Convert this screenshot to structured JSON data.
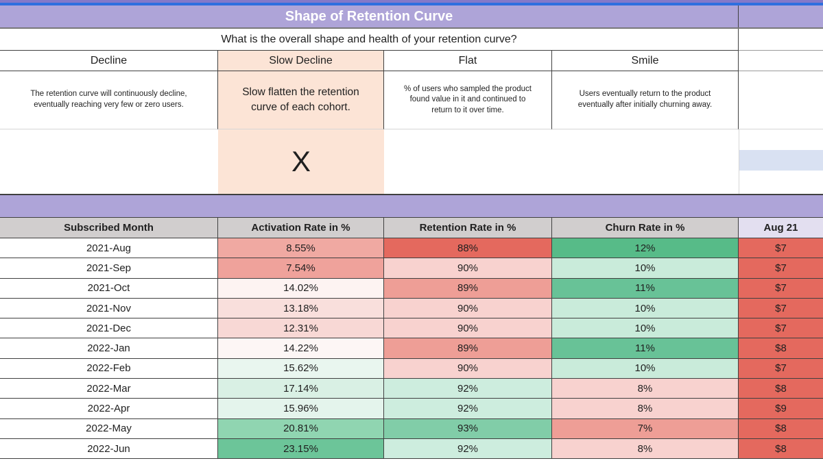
{
  "top": {
    "title": "Shape of Retention Curve",
    "question": "What is the overall shape and health of your retention curve?",
    "categories": [
      {
        "label": "Decline",
        "description": "The retention curve will continuously decline, eventually reaching very few or zero users.",
        "selected": false,
        "marker": ""
      },
      {
        "label": "Slow Decline",
        "description": "Slow flatten the retention curve of each cohort.",
        "selected": true,
        "marker": "X"
      },
      {
        "label": "Flat",
        "description": "% of users who sampled the product found value in it and continued to return to it over time.",
        "selected": false,
        "marker": ""
      },
      {
        "label": "Smile",
        "description": "Users eventually return to the product eventually after initially churning away.",
        "selected": false,
        "marker": ""
      }
    ]
  },
  "table": {
    "headers": [
      "Subscribed Month",
      "Activation Rate in %",
      "Retention Rate in %",
      "Churn Rate in %",
      "Aug 21"
    ],
    "price_bg": "#e4695e",
    "rows": [
      {
        "month": "2021-Aug",
        "activation": "8.55%",
        "retention": "88%",
        "churn": "12%",
        "price": "$7",
        "activation_bg": "#f0a9a2",
        "retention_bg": "#e4695e",
        "churn_bg": "#57bb88"
      },
      {
        "month": "2021-Sep",
        "activation": "7.54%",
        "retention": "90%",
        "churn": "10%",
        "price": "$7",
        "activation_bg": "#efa29b",
        "retention_bg": "#f8d2cf",
        "churn_bg": "#c9ebda"
      },
      {
        "month": "2021-Oct",
        "activation": "14.02%",
        "retention": "89%",
        "churn": "11%",
        "price": "$7",
        "activation_bg": "#fdf3f2",
        "retention_bg": "#ee9e96",
        "churn_bg": "#68c297"
      },
      {
        "month": "2021-Nov",
        "activation": "13.18%",
        "retention": "90%",
        "churn": "10%",
        "price": "$7",
        "activation_bg": "#f9dfdc",
        "retention_bg": "#f8d2cf",
        "churn_bg": "#c9ebda"
      },
      {
        "month": "2021-Dec",
        "activation": "12.31%",
        "retention": "90%",
        "churn": "10%",
        "price": "$7",
        "activation_bg": "#f8d8d5",
        "retention_bg": "#f8d2cf",
        "churn_bg": "#c9ebda"
      },
      {
        "month": "2022-Jan",
        "activation": "14.22%",
        "retention": "89%",
        "churn": "11%",
        "price": "$8",
        "activation_bg": "#fdf6f5",
        "retention_bg": "#ee9e96",
        "churn_bg": "#68c297"
      },
      {
        "month": "2022-Feb",
        "activation": "15.62%",
        "retention": "90%",
        "churn": "10%",
        "price": "$7",
        "activation_bg": "#e9f6ef",
        "retention_bg": "#f8d2cf",
        "churn_bg": "#c9ebda"
      },
      {
        "month": "2022-Mar",
        "activation": "17.14%",
        "retention": "92%",
        "churn": "8%",
        "price": "$8",
        "activation_bg": "#d9f0e4",
        "retention_bg": "#cdedde",
        "churn_bg": "#f8d2cf"
      },
      {
        "month": "2022-Apr",
        "activation": "15.96%",
        "retention": "92%",
        "churn": "8%",
        "price": "$9",
        "activation_bg": "#e4f4ec",
        "retention_bg": "#cdedde",
        "churn_bg": "#f8d2cf"
      },
      {
        "month": "2022-May",
        "activation": "20.81%",
        "retention": "93%",
        "churn": "7%",
        "price": "$8",
        "activation_bg": "#90d5b1",
        "retention_bg": "#81cda8",
        "churn_bg": "#ee9e96"
      },
      {
        "month": "2022-Jun",
        "activation": "23.15%",
        "retention": "92%",
        "churn": "8%",
        "price": "$8",
        "activation_bg": "#6cc599",
        "retention_bg": "#cdedde",
        "churn_bg": "#f8d2cf"
      }
    ]
  },
  "colors": {
    "accent_purple_band": "#aea4d8",
    "top_sliver_purple": "#8379c9",
    "top_blue_line": "#2e6fdf",
    "selected_peach": "#fce4d6",
    "table_header_gray": "#d1cece",
    "price_header_lavender": "#e3dff0",
    "highlight_cell_blue": "#d9e1f2",
    "price_cell_red": "#e4695e",
    "strong_red": "#e4695e",
    "light_red": "#f8d2cf",
    "strong_green": "#57bb88",
    "light_green": "#c9ebda"
  }
}
